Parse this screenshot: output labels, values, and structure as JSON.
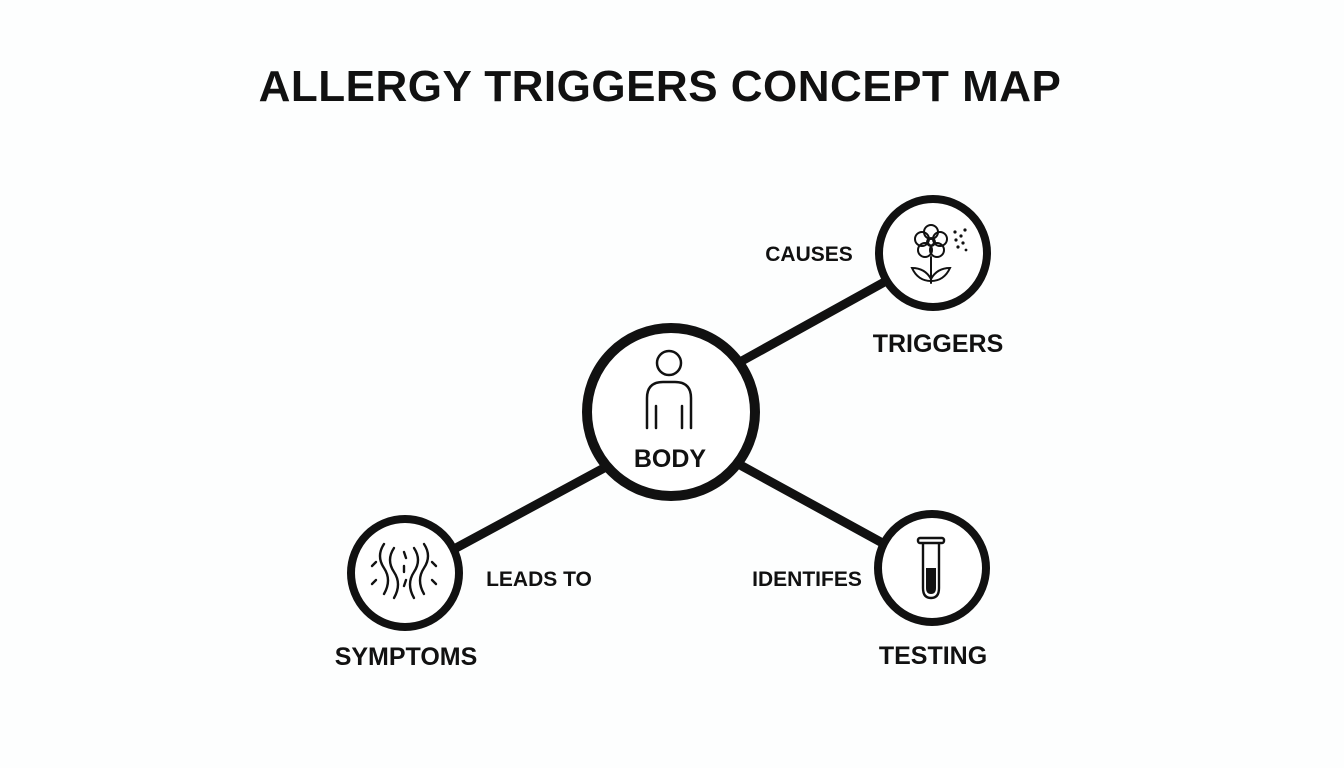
{
  "title": "ALLERGY TRIGGERS CONCEPT MAP",
  "colors": {
    "ink": "#111111",
    "background": "#fdfefe"
  },
  "nodes": {
    "body": {
      "label": "BODY",
      "icon": "person-icon"
    },
    "triggers": {
      "label": "TRIGGERS",
      "icon": "flower-pollen-icon"
    },
    "symptoms": {
      "label": "SYMPTOMS",
      "icon": "irritation-waves-icon"
    },
    "testing": {
      "label": "TESTING",
      "icon": "test-tube-icon"
    }
  },
  "edges": [
    {
      "from": "body",
      "to": "triggers",
      "label": "CAUSES"
    },
    {
      "from": "body",
      "to": "symptoms",
      "label": "LEADS TO"
    },
    {
      "from": "body",
      "to": "testing",
      "label": "IDENTIFES"
    }
  ]
}
